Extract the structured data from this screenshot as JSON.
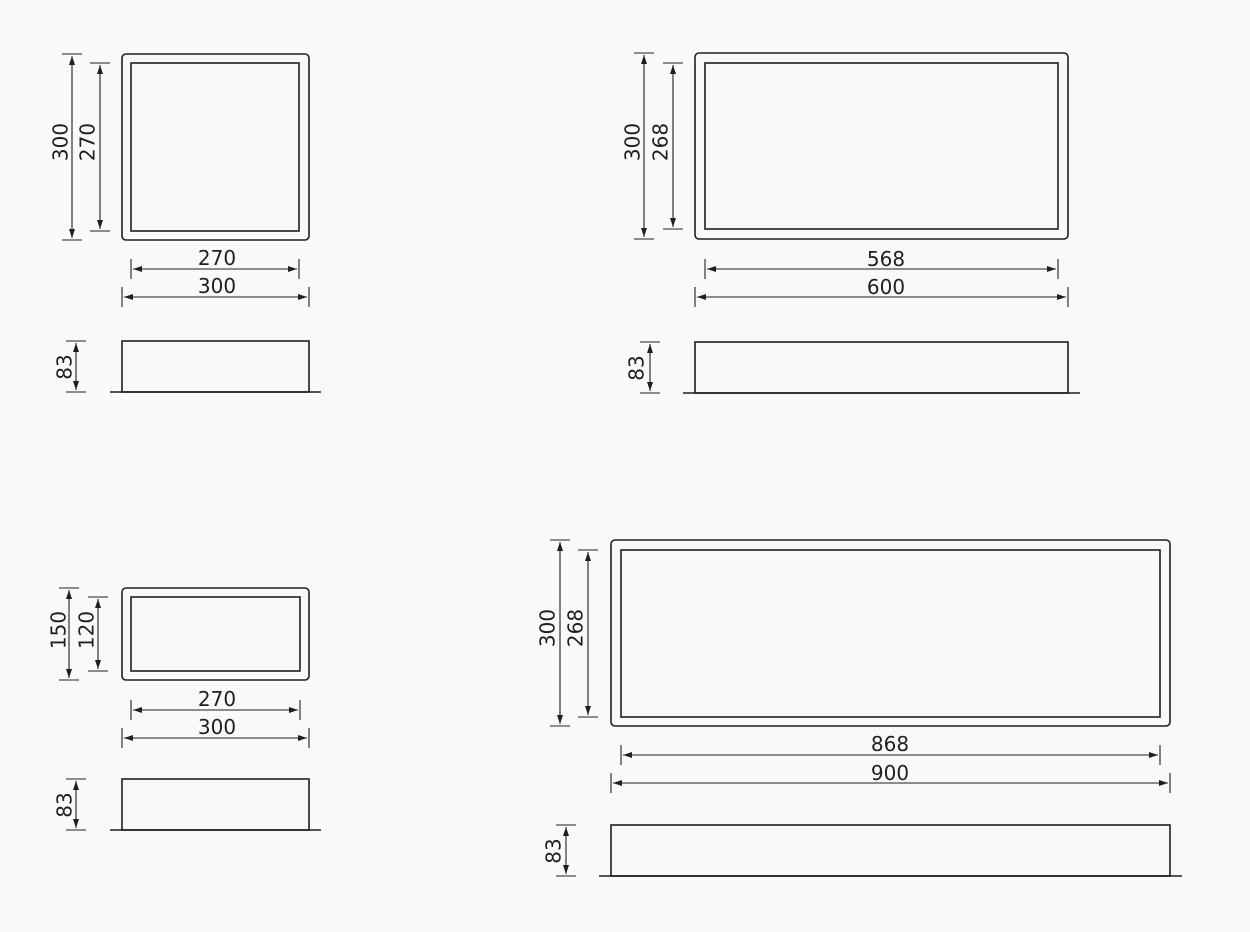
{
  "colors": {
    "background": "#f8f9fb",
    "line": "#1f1f1f"
  },
  "drawings": [
    {
      "name": "box-300x300",
      "plan": {
        "outer_height": "300",
        "inner_height": "270",
        "inner_width": "270",
        "outer_width": "300"
      },
      "side": {
        "height": "83"
      }
    },
    {
      "name": "box-600x300",
      "plan": {
        "outer_height": "300",
        "inner_height": "268",
        "inner_width": "568",
        "outer_width": "600"
      },
      "side": {
        "height": "83"
      }
    },
    {
      "name": "box-300x150",
      "plan": {
        "outer_height": "150",
        "inner_height": "120",
        "inner_width": "270",
        "outer_width": "300"
      },
      "side": {
        "height": "83"
      }
    },
    {
      "name": "box-900x300",
      "plan": {
        "outer_height": "300",
        "inner_height": "268",
        "inner_width": "868",
        "outer_width": "900"
      },
      "side": {
        "height": "83"
      }
    }
  ]
}
